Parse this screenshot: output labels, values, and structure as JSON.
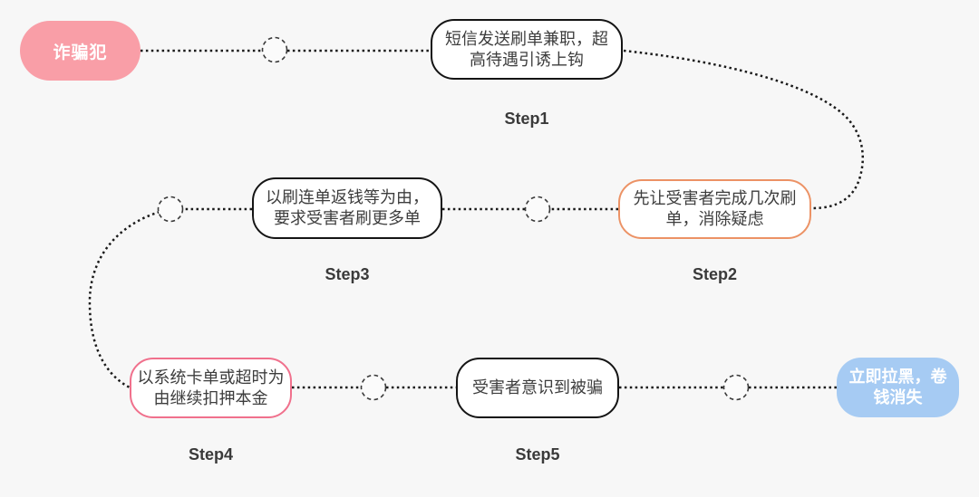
{
  "diagram": {
    "background": "#F7F7F7",
    "connector_color": "#1A1A1A",
    "actor": {
      "label": "诈骗犯",
      "fill": "#F99EA7",
      "text_color": "#FFFFFF"
    },
    "steps": [
      {
        "label": "Step1",
        "lines": [
          "短信发送刷单兼职，超",
          "高待遇引诱上钩"
        ],
        "border_color": "#141414",
        "fill": "#FFFFFF"
      },
      {
        "label": "Step2",
        "lines": [
          "先让受害者完成几次刷",
          "单，消除疑虑"
        ],
        "border_color": "#EC9265",
        "fill": "#FFFFFF"
      },
      {
        "label": "Step3",
        "lines": [
          "以刷连单返钱等为由，",
          "要求受害者刷更多单"
        ],
        "border_color": "#141414",
        "fill": "#FFFFFF"
      },
      {
        "label": "Step4",
        "lines": [
          "以系统卡单或超时为",
          "由继续扣押本金"
        ],
        "border_color": "#F0708C",
        "fill": "#FFFFFF"
      },
      {
        "label": "Step5",
        "lines": [
          "受害者意识到被骗"
        ],
        "border_color": "#141414",
        "fill": "#FFFFFF"
      }
    ],
    "outcome": {
      "lines": [
        "立即拉黑，卷",
        "钱消失"
      ],
      "fill": "#A6CBF3",
      "text_color": "#FFFFFF"
    }
  }
}
